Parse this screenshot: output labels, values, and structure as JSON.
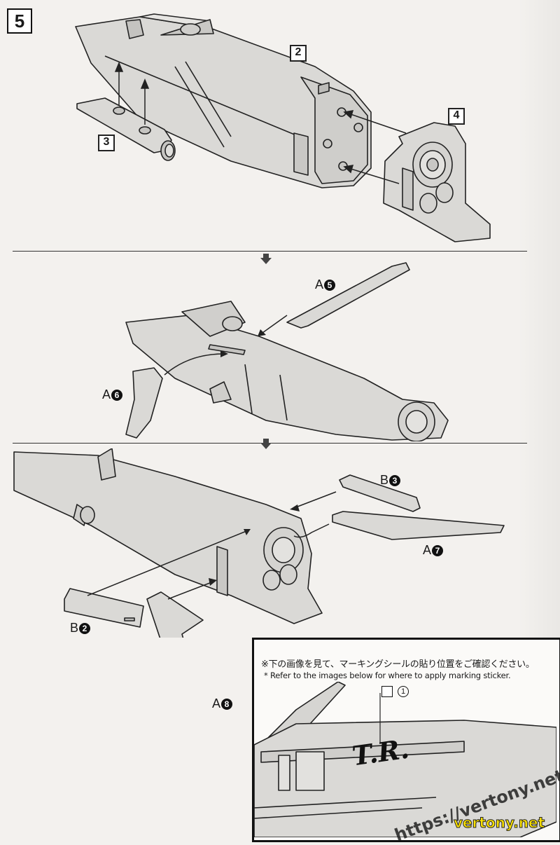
{
  "step": {
    "number": "5"
  },
  "panel1": {
    "labels": {
      "main_body": "2",
      "bottom_part": "3",
      "nozzle_block": "4"
    }
  },
  "panel2": {
    "parts": [
      {
        "letter": "A",
        "num": "5"
      },
      {
        "letter": "A",
        "num": "6"
      }
    ]
  },
  "panel3": {
    "parts": [
      {
        "letter": "B",
        "num": "3"
      },
      {
        "letter": "A",
        "num": "7"
      },
      {
        "letter": "B",
        "num": "2"
      },
      {
        "letter": "A",
        "num": "8"
      }
    ]
  },
  "sticker_note": {
    "jp_text": "※下の画像を見て、マーキングシールの貼り位置をご確認ください。",
    "en_text": "* Refer to the images below for where to apply marking sticker.",
    "sticker_number": "1",
    "logo_text": "T.R."
  },
  "watermark": {
    "url": "https://vertony.net/",
    "brand": "vertony.net"
  },
  "colors": {
    "line": "#222222",
    "part_fill": "#d9d8d5",
    "paper": "#f3f1ee",
    "brand": "#ffe400"
  }
}
